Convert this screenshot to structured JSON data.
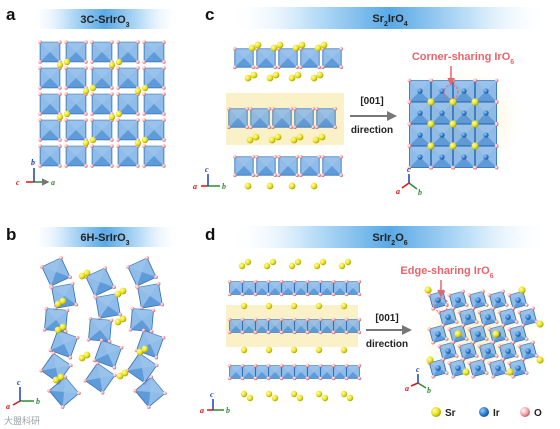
{
  "colors": {
    "octahedron": "#4a8fd6",
    "octahedron_dark": "#2f6fb8",
    "sr": "#e8e21a",
    "ir": "#2d7fd4",
    "o": "#f2a6ab",
    "highlight": "#fbf1c9",
    "accent_red": "#e8646c",
    "banner": "#5aa9e6"
  },
  "panels": [
    {
      "letter": "a",
      "title": "3C-SrIrO",
      "title_sub": "3"
    },
    {
      "letter": "b",
      "title": "6H-SrIrO",
      "title_sub": "3"
    },
    {
      "letter": "c",
      "title_pre": "Sr",
      "title_sub1": "2",
      "title_mid": "IrO",
      "title_sub2": "4"
    },
    {
      "letter": "d",
      "title_pre": "SrIr",
      "title_sub1": "2",
      "title_mid": "O",
      "title_sub2": "6"
    }
  ],
  "panel_c": {
    "arrow_label_1": "[001]",
    "arrow_label_2": "direction",
    "callout_pre": "Corner-sharing IrO",
    "callout_sub": "6"
  },
  "panel_d": {
    "arrow_label_1": "[001]",
    "arrow_label_2": "direction",
    "callout_pre": "Edge-sharing IrO",
    "callout_sub": "6"
  },
  "axes": {
    "a": {
      "right": "a",
      "up": "b",
      "left": "c"
    },
    "b": {
      "right": "b",
      "up": "c",
      "left": "a"
    },
    "c_left": {
      "right": "b",
      "up": "c",
      "left": "a"
    },
    "c_right": {
      "right": "b",
      "up": "c",
      "left": "a"
    },
    "d_left": {
      "right": "b",
      "up": "c",
      "left": "a"
    },
    "d_right": {
      "right": "b",
      "up": "c",
      "left": "a"
    }
  },
  "legend": [
    {
      "label": "Sr",
      "color_key": "sr"
    },
    {
      "label": "Ir",
      "color_key": "ir"
    },
    {
      "label": "O",
      "color_key": "o"
    }
  ],
  "watermark": "大盟科研"
}
